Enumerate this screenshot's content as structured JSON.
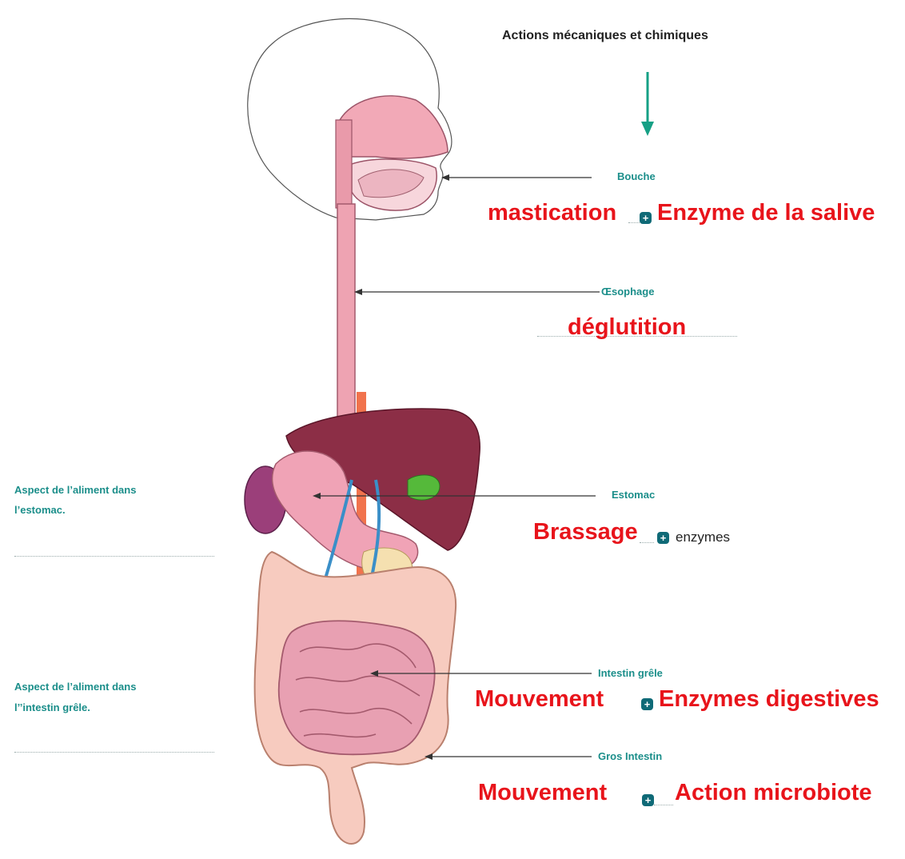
{
  "header": "Actions  mécaniques et chimiques",
  "organs": {
    "bouche": "Bouche",
    "oesophage": "Œsophage",
    "estomac": "Estomac",
    "intestin_grele": "Intestin grêle",
    "gros_intestin": "Gros Intestin"
  },
  "actions": {
    "bouche_1": "mastication",
    "bouche_2": "Enzyme de la salive",
    "oesophage": "déglutition",
    "estomac_1": "Brassage",
    "estomac_2": "enzymes",
    "intestin_grele_1": "Mouvement",
    "intestin_grele_2": "Enzymes digestives",
    "gros_intestin_1": "Mouvement",
    "gros_intestin_2": "Action microbiote"
  },
  "side_labels": {
    "estomac_line1": "Aspect de l’aliment dans",
    "estomac_line2": "l’estomac.",
    "intestin_line1": "Aspect de l’aliment dans",
    "intestin_line2": "l’’intestin grêle."
  },
  "plus_symbol": "+",
  "colors": {
    "teal_label": "#1b8e8a",
    "red_action": "#e8141b",
    "plus_badge": "#0f6a77",
    "arrow_teal": "#16a085"
  }
}
